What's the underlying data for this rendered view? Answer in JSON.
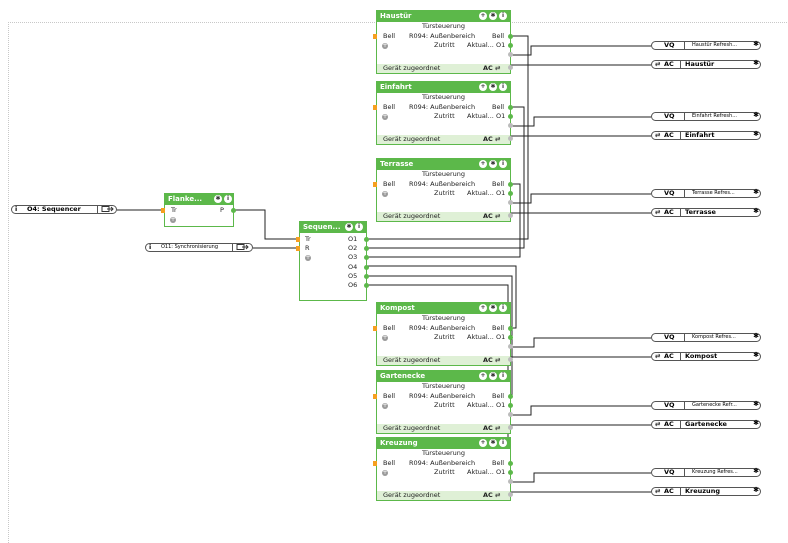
{
  "inputs": {
    "sequencer": {
      "key": "i",
      "label": "O4: Sequencer"
    },
    "sync": {
      "key": "i",
      "label": "O11: Synchronisierung"
    }
  },
  "flanke": {
    "title": "Flanke...",
    "in_tr": "Tr",
    "out_p": "P"
  },
  "sequenzer": {
    "title": "Sequen...",
    "inputs": [
      "Tr",
      "R"
    ],
    "outputs": [
      "O1",
      "O2",
      "O3",
      "O4",
      "O5",
      "O6"
    ]
  },
  "door_common": {
    "subtitle": "Türsteuerung",
    "bell_in": "Bell",
    "location": "R094: Außenbereich",
    "bell_out": "Bell",
    "access": "Zutritt",
    "actual": "Aktual...",
    "out_o1": "O1",
    "footer": "Gerät zugeordnet",
    "footer_right": "AC",
    "vq": "VQ",
    "ac": "AC"
  },
  "doors": [
    {
      "title": "Haustür",
      "vq_label": "Haustür Refresh...",
      "ac_label": "Haustür"
    },
    {
      "title": "Einfahrt",
      "vq_label": "Einfahrt Refresh...",
      "ac_label": "Einfahrt"
    },
    {
      "title": "Terrasse",
      "vq_label": "Terrasse Refres...",
      "ac_label": "Terrasse"
    },
    {
      "title": "Kompost",
      "vq_label": "Kompost Refres...",
      "ac_label": "Kompost"
    },
    {
      "title": "Gartenecke",
      "vq_label": "Gartenecke Refr...",
      "ac_label": "Gartenecke"
    },
    {
      "title": "Kreuzung",
      "vq_label": "Kreuzung Refres...",
      "ac_label": "Kreuzung"
    }
  ],
  "colors": {
    "block_green": "#5cb84a",
    "footer_green": "#dff0d6",
    "input_port": "#f5a020"
  }
}
